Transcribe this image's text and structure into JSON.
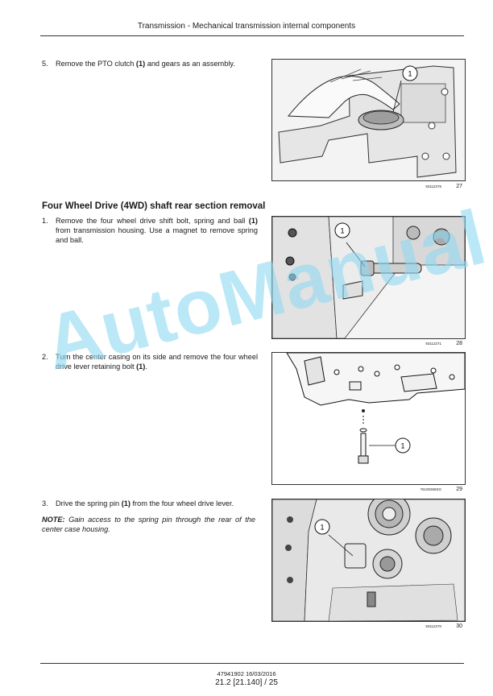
{
  "header": {
    "title": "Transmission - Mechanical transmission internal components"
  },
  "steps": [
    {
      "num": "5.",
      "pre": "Remove the PTO clutch ",
      "callout": "(1)",
      "post": " and gears as an assembly."
    },
    {
      "num": "1.",
      "pre": "Remove the four wheel drive shift bolt, spring and ball ",
      "callout": "(1)",
      "post": " from transmission housing.  Use a magnet to remove spring and ball."
    },
    {
      "num": "2.",
      "pre": "Turn the center casing on its side and remove the four wheel drive lever retaining bolt ",
      "callout": "(1)",
      "post": "."
    },
    {
      "num": "3.",
      "pre": "Drive the spring pin ",
      "callout": "(1)",
      "post": " from the four wheel drive lever."
    }
  ],
  "note": {
    "label": "NOTE:",
    "text": " Gain access to the spring pin through the rear of the center case housing."
  },
  "section_heading": "Four Wheel Drive (4WD) shaft rear section removal",
  "figures": [
    {
      "id": "93112276",
      "number": "27",
      "callout": "1"
    },
    {
      "id": "93112271",
      "number": "28",
      "callout": "1"
    },
    {
      "id": "76100266SG",
      "number": "29",
      "callout": "1"
    },
    {
      "id": "93112270",
      "number": "30",
      "callout": "1"
    }
  ],
  "watermark": "AutoManual",
  "footer": {
    "doc": "47941902 16/03/2016",
    "page": "21.2 [21.140] / 25"
  }
}
